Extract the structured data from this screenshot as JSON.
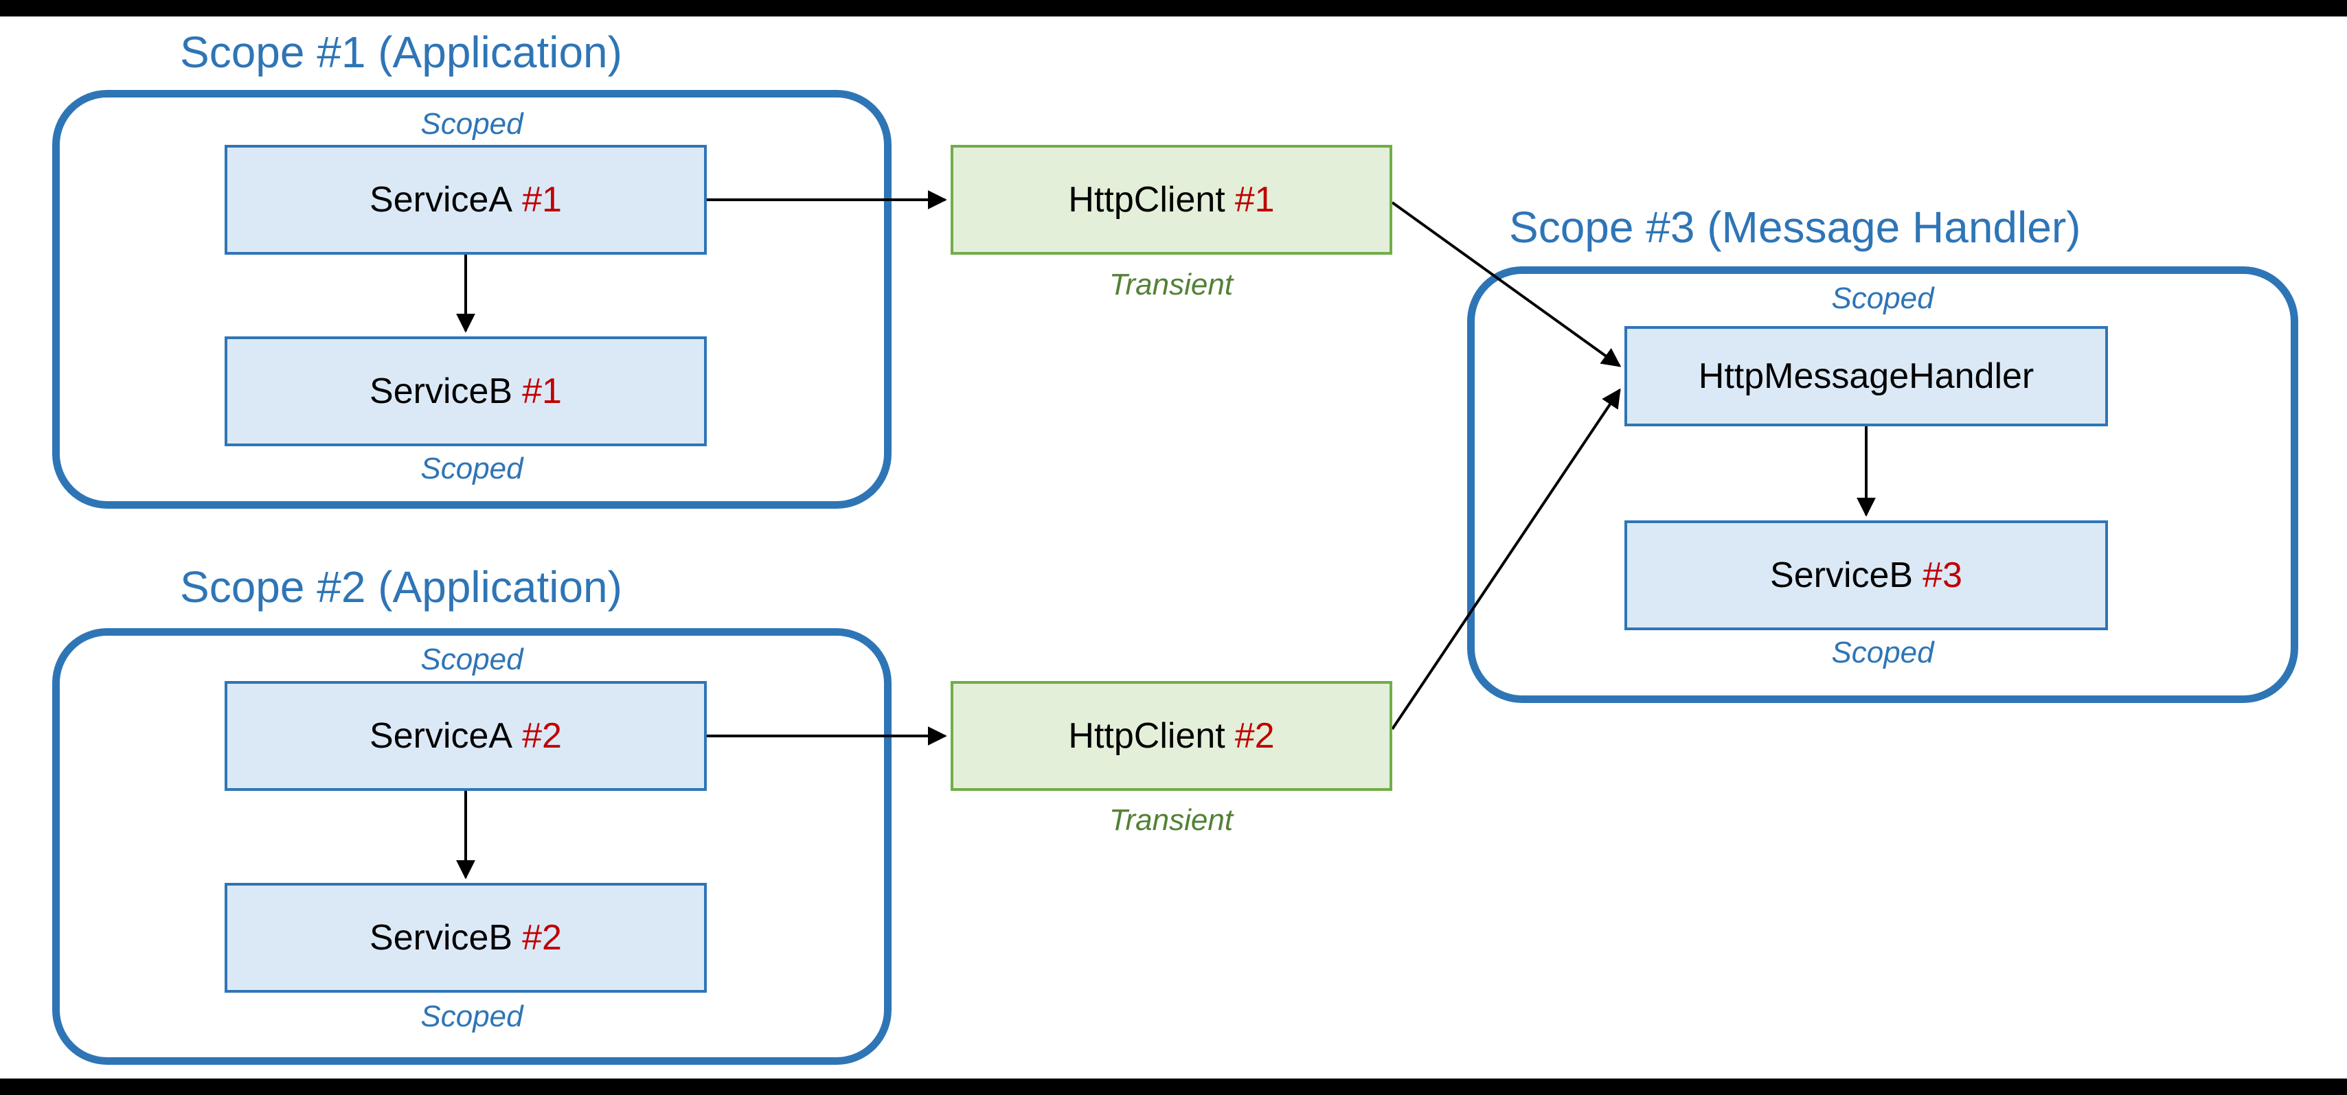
{
  "colors": {
    "scope_blue": "#2E75B6",
    "box_blue_fill": "#DBE9F6",
    "box_blue_border": "#2E75B6",
    "green_fill": "#E3EFD9",
    "green_border": "#70AD47",
    "green_text": "#538135",
    "instance_red": "#C00000",
    "arrow_black": "#000000"
  },
  "scope1": {
    "title": "Scope #1 (Application)",
    "scoped_top": "Scoped",
    "scoped_bottom": "Scoped",
    "service_a": {
      "name": "ServiceA",
      "instance": "#1"
    },
    "service_b": {
      "name": "ServiceB",
      "instance": "#1"
    }
  },
  "scope2": {
    "title": "Scope #2 (Application)",
    "scoped_top": "Scoped",
    "scoped_bottom": "Scoped",
    "service_a": {
      "name": "ServiceA",
      "instance": "#2"
    },
    "service_b": {
      "name": "ServiceB",
      "instance": "#2"
    }
  },
  "scope3": {
    "title": "Scope #3 (Message Handler)",
    "scoped_top": "Scoped",
    "scoped_bottom": "Scoped",
    "handler": {
      "name": "HttpMessageHandler"
    },
    "service_b": {
      "name": "ServiceB",
      "instance": "#3"
    }
  },
  "http_client1": {
    "name": "HttpClient",
    "instance": "#1",
    "lifetime": "Transient"
  },
  "http_client2": {
    "name": "HttpClient",
    "instance": "#2",
    "lifetime": "Transient"
  }
}
